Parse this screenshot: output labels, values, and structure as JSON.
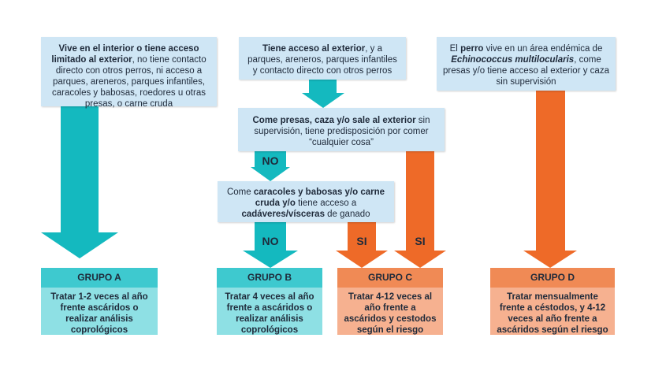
{
  "boxes": {
    "indoor": {
      "bold1": "Vive en el interior o tiene acceso limitado al exterior",
      "text1": ", no tiene contacto directo con otros perros, ni acceso a parques, areneros, parques infantiles, caracoles y babosas, roedores u otras presas, o carne cruda"
    },
    "outdoor": {
      "bold1": "Tiene acceso al exterior",
      "text1": ", y a parques, areneros, parques infantiles y contacto directo con otros perros"
    },
    "endemic": {
      "text1": "El ",
      "bold1": "perro",
      "text2": " vive en un área endémica de ",
      "italic1": "Echinococcus multilocularis",
      "text3": ", come presas y/o tiene acceso al exterior y caza sin supervisión"
    },
    "prey": {
      "bold1": "Come presas, caza y/o sale al exterior",
      "text1": " sin supervisión, tiene predisposición por comer “cualquier cosa”"
    },
    "snails": {
      "text1": "Come ",
      "bold1": "caracoles y babosas y/o carne cruda y/o",
      "text2": " tiene acceso a ",
      "bold2": "cadáveres/vísceras",
      "text3": " de ganado"
    }
  },
  "labels": {
    "no1": "NO",
    "no2": "NO",
    "si1": "SI",
    "si2": "SI"
  },
  "groups": [
    {
      "title": "GRUPO A",
      "text": "Tratar 1-2 veces al año frente ascáridos o realizar análisis coprológicos"
    },
    {
      "title": "GRUPO B",
      "text": "Tratar 4 veces al año frente a ascáridos o realizar análisis coprológicos"
    },
    {
      "title": "GRUPO C",
      "text": "Tratar 4-12 veces al año frente a ascáridos y cestodos según el riesgo"
    },
    {
      "title": "GRUPO D",
      "text": "Tratar mensualmente frente a céstodos, y 4-12 veces al año frente a ascáridos según el riesgo"
    }
  ],
  "colors": {
    "teal_arrow": "#14b9bf",
    "orange_arrow": "#ee6a28",
    "box_bg": "#cfe6f5",
    "teal_header": "#3ec9cf",
    "teal_body": "#8ee0e4",
    "orange_header": "#f08a55",
    "orange_body": "#f6b190"
  }
}
